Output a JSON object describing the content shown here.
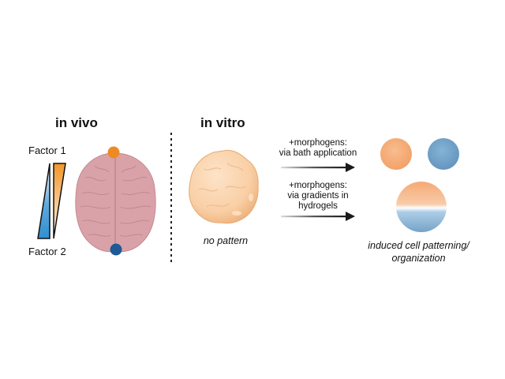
{
  "in_vivo": {
    "title": "in vivo",
    "factor1_label": "Factor 1",
    "factor2_label": "Factor 2",
    "factor1_color": "#f2962a",
    "factor2_color": "#2f8fd0",
    "brain_color": "#d9a2a8",
    "anterior_dot_color": "#ee8a25",
    "posterior_dot_color": "#1d5a96"
  },
  "in_vitro": {
    "title": "in vitro",
    "organoid_caption": "no pattern",
    "organoid_color": "#f9cfa5"
  },
  "treatments": [
    {
      "line1": "+morphogens:",
      "line2": "via bath application",
      "line3": ""
    },
    {
      "line1": "+morphogens:",
      "line2": "via gradients in",
      "line3": "hydrogels"
    }
  ],
  "outcome": {
    "caption_line1": "induced cell patterning/",
    "caption_line2": "organization",
    "orange_color": "#f4a56f",
    "blue_color": "#6d9ec4"
  }
}
